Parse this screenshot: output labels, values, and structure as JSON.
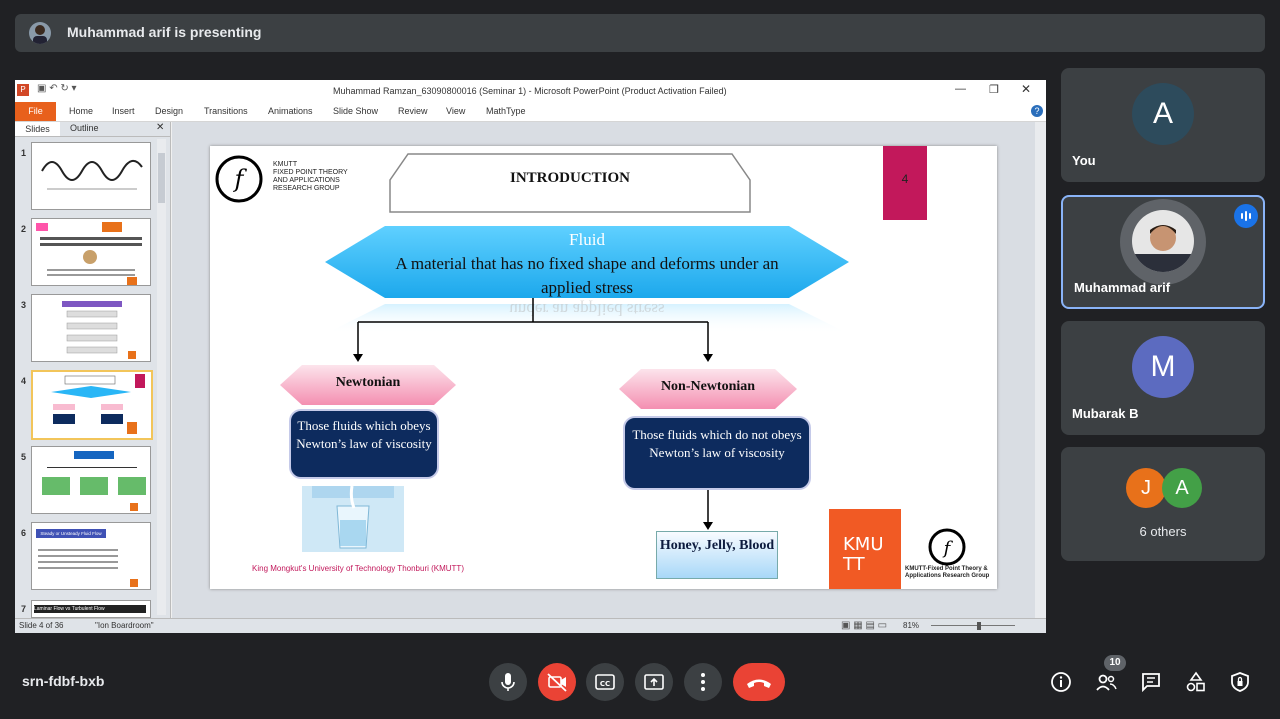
{
  "presenting": {
    "text": "Muhammad arif is presenting"
  },
  "ppt": {
    "title": "Muhammad Ramzan_63090800016 (Seminar 1)  -  Microsoft PowerPoint (Product Activation Failed)",
    "tabs": [
      "File",
      "Home",
      "Insert",
      "Design",
      "Transitions",
      "Animations",
      "Slide Show",
      "Review",
      "View",
      "MathType"
    ],
    "panel_tabs": [
      "Slides",
      "Outline"
    ],
    "thumb_numbers": [
      "1",
      "2",
      "3",
      "4",
      "5",
      "6",
      "7"
    ],
    "thumb6_title": "Steady or Unsteady Fluid Flow",
    "thumb7_title": "Laminar Flow vs Turbulent Flow",
    "status_slide": "Slide 4 of 36",
    "status_theme": "\"Ion Boardroom\"",
    "zoom": "81%"
  },
  "slide": {
    "group_name": "KMUTT\nFIXED POINT THEORY\nAND APPLICATIONS\nRESEARCH GROUP",
    "title": "INTRODUCTION",
    "number": "4",
    "fluid_heading": "Fluid",
    "fluid_def": "A material that has no fixed shape and deforms under an applied stress",
    "fluid_reflection": "under an applied stress",
    "newtonian": "Newtonian",
    "newtonian_desc": "Those fluids which obeys Newton’s law of viscosity",
    "non_newtonian": "Non-Newtonian",
    "non_newtonian_desc": "Those fluids which do not obeys Newton’s law of viscosity",
    "examples": "Honey, Jelly, Blood",
    "footer": "King Mongkut's University of Technology Thonburi (KMUTT)",
    "kmutt_logo": "KMUTT",
    "group_footer": "KMUTT-Fixed Point Theory & Applications Research Group"
  },
  "participants": [
    {
      "initial": "A",
      "name": "You",
      "color": "#2d4b5c"
    },
    {
      "initial": "",
      "name": "Muhammad arif"
    },
    {
      "initial": "M",
      "name": "Mubarak B",
      "color": "#5c6bc0"
    }
  ],
  "others": {
    "initials": [
      "J",
      "A"
    ],
    "label": "6 others",
    "colors": [
      "#e8711a",
      "#43a047"
    ]
  },
  "meeting_code": "srn-fdbf-bxb",
  "people_badge": "10",
  "colors": {
    "end_call": "#ea4335",
    "cam_off": "#ea4335",
    "active_border": "#8ab4f8"
  }
}
